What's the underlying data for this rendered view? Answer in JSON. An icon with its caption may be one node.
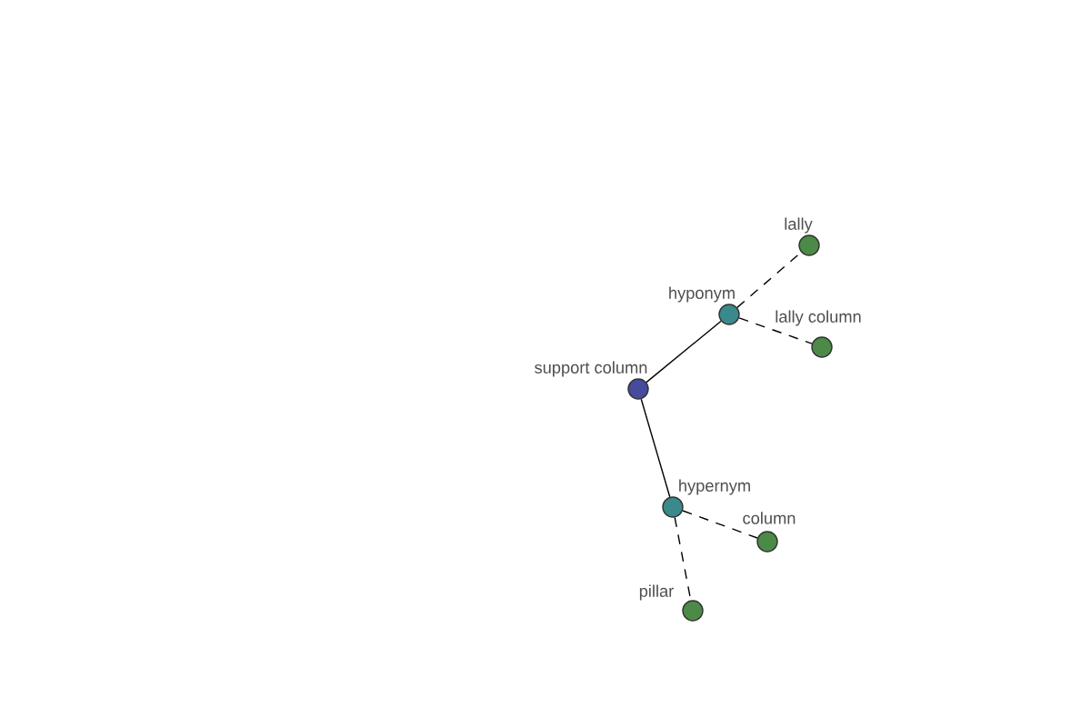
{
  "diagram": {
    "nodes": [
      {
        "text": [
          "support column"
        ]
      },
      {
        "text": [
          "hyponym"
        ]
      },
      {
        "text": [
          "lally"
        ]
      },
      {
        "text": [
          "lally column"
        ]
      },
      {
        "text": [
          "hypernym"
        ]
      },
      {
        "text": [
          "column"
        ]
      },
      {
        "text": [
          "pillar"
        ]
      }
    ],
    "edges": [
      {
        "from": 0,
        "to": 1,
        "arrow": "none"
      },
      {
        "from": 1,
        "to": 2,
        "arrow": "none",
        "style": "dashed"
      },
      {
        "from": 1,
        "to": 3,
        "arrow": "none",
        "style": "dashed"
      },
      {
        "from": 0,
        "to": 4,
        "arrow": "none"
      },
      {
        "from": 4,
        "to": 5,
        "arrow": "none",
        "style": "dashed"
      },
      {
        "from": 4,
        "to": 6,
        "arrow": "none",
        "style": "dashed"
      }
    ]
  }
}
